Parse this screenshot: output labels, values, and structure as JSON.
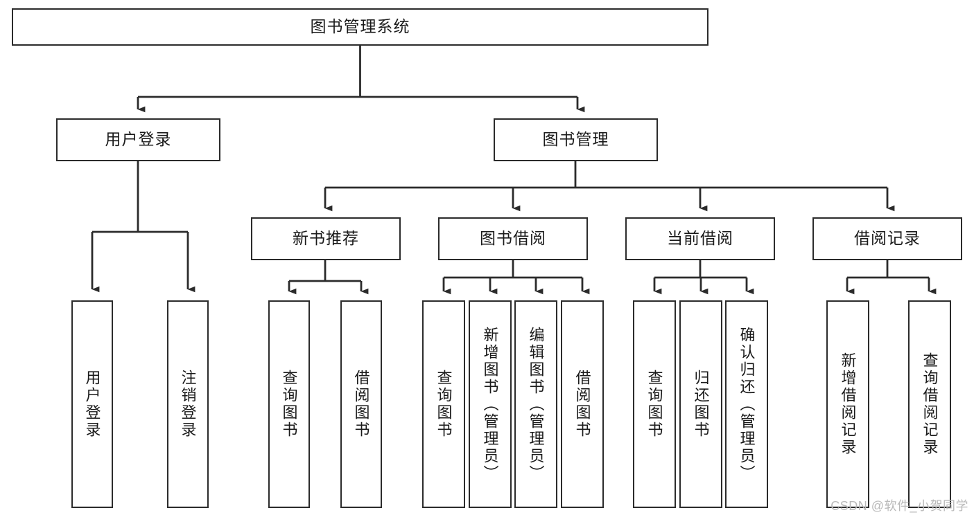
{
  "diagram": {
    "title": "图书管理系统",
    "watermark": "CSDN @软件_小贺同学",
    "line_color": "#2b2b2b",
    "box_border_color": "#2b2b2b",
    "box_fill": "#ffffff",
    "background": "#ffffff",
    "type": "tree-hierarchy",
    "levels": 4,
    "root": {
      "label": "图书管理系统",
      "children": [
        {
          "label": "用户登录",
          "children": [
            {
              "label": "用户登录"
            },
            {
              "label": "注销登录"
            }
          ]
        },
        {
          "label": "图书管理",
          "children": [
            {
              "label": "新书推荐",
              "children": [
                {
                  "label": "查询图书"
                },
                {
                  "label": "借阅图书"
                }
              ]
            },
            {
              "label": "图书借阅",
              "children": [
                {
                  "label": "查询图书"
                },
                {
                  "label": "新增图书（管理员）"
                },
                {
                  "label": "编辑图书（管理员）"
                },
                {
                  "label": "借阅图书"
                }
              ]
            },
            {
              "label": "当前借阅",
              "children": [
                {
                  "label": "查询图书"
                },
                {
                  "label": "归还图书"
                },
                {
                  "label": "确认归还（管理员）"
                }
              ]
            },
            {
              "label": "借阅记录",
              "children": [
                {
                  "label": "新增借阅记录"
                },
                {
                  "label": "查询借阅记录"
                }
              ]
            }
          ]
        }
      ]
    },
    "nodes": {
      "root": "图书管理系统",
      "user_login": "用户登录",
      "book_mgmt": "图书管理",
      "new_book_rec": "新书推荐",
      "book_borrow": "图书借阅",
      "current_borrow": "当前借阅",
      "borrow_record": "借阅记录",
      "leaf_user_login": "用户登录",
      "leaf_user_logout": "注销登录",
      "leaf_rec_query": "查询图书",
      "leaf_rec_borrow": "借阅图书",
      "leaf_borrow_query": "查询图书",
      "leaf_borrow_add": "新增图书（管理员）",
      "leaf_borrow_edit": "编辑图书（管理员）",
      "leaf_borrow_borrow": "借阅图书",
      "leaf_cur_query": "查询图书",
      "leaf_cur_return": "归还图书",
      "leaf_cur_confirm": "确认归还（管理员）",
      "leaf_rec_add": "新增借阅记录",
      "leaf_rec_query2": "查询借阅记录"
    }
  }
}
